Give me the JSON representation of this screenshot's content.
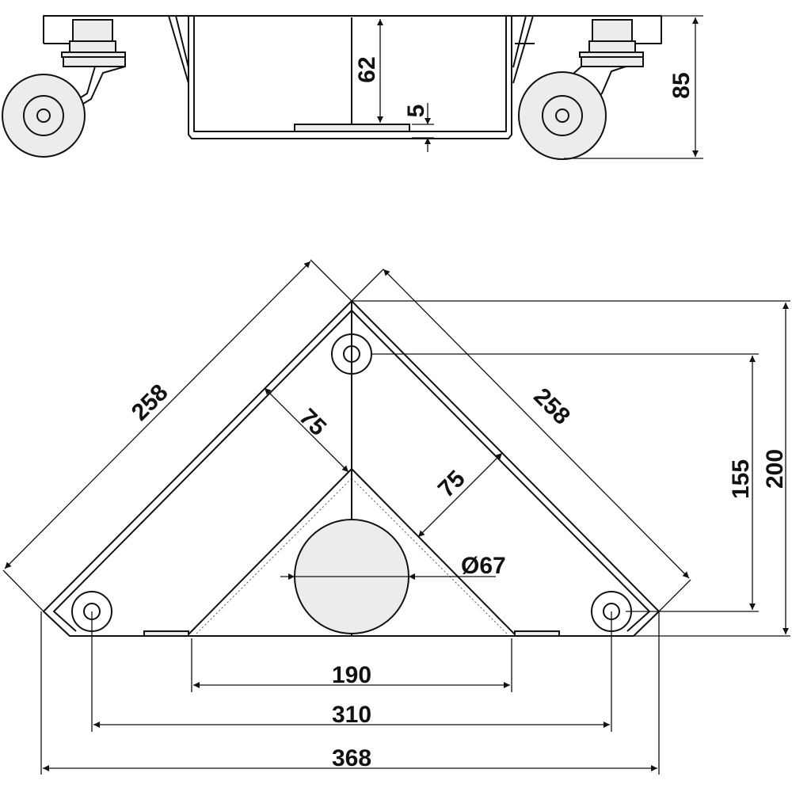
{
  "dimensions": {
    "side_overall_height": "85",
    "side_inner_depth": "62",
    "side_floor_thickness": "5",
    "top_side_left": "258",
    "top_side_right": "258",
    "top_inset_left": "75",
    "top_inset_right": "75",
    "top_hole_diameter": "Ø67",
    "top_base_inner": "190",
    "top_wheel_spacing": "310",
    "top_overall_width": "368",
    "top_wheel_height": "155",
    "top_overall_height": "200"
  }
}
